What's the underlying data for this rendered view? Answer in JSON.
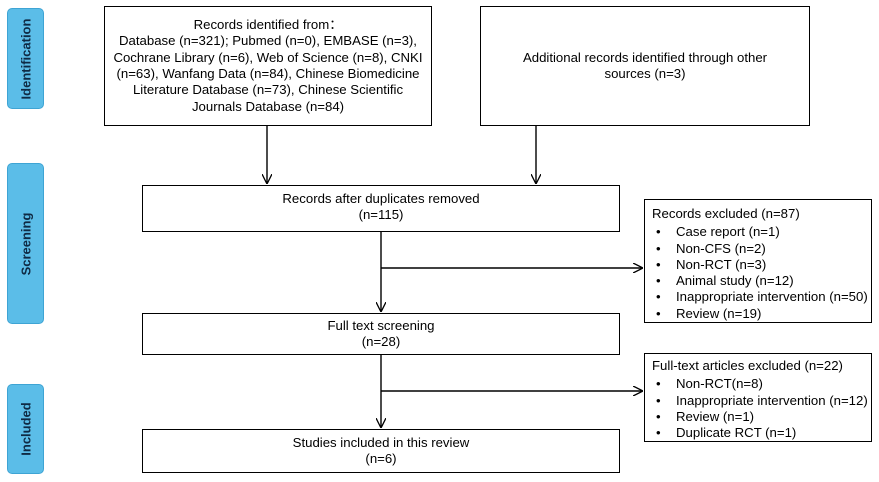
{
  "stages": {
    "identification": "Identification",
    "screening": "Screening",
    "included": "Included"
  },
  "records_identified": {
    "lines": [
      "Records identified from：",
      "Database (n=321); Pubmed (n=0), EMBASE (n=3),",
      "Cochrane Library (n=6), Web of Science (n=8), CNKI",
      "(n=63), Wanfang Data (n=84), Chinese Biomedicine",
      "Literature Database (n=73), Chinese Scientific",
      "Journals Database (n=84)"
    ]
  },
  "additional_records": {
    "lines": [
      "Additional records identified through other",
      "sources (n=3)"
    ]
  },
  "after_duplicates": {
    "lines": [
      "Records after duplicates removed",
      "(n=115)"
    ]
  },
  "full_text": {
    "lines": [
      "Full text screening",
      "(n=28)"
    ]
  },
  "included_studies": {
    "lines": [
      "Studies included in this review",
      "(n=6)"
    ]
  },
  "records_excluded": {
    "title": "Records excluded (n=87)",
    "items": [
      "Case report (n=1)",
      "Non-CFS (n=2)",
      "Non-RCT (n=3)",
      "Animal study (n=12)",
      "Inappropriate intervention (n=50)",
      "Review (n=19)"
    ]
  },
  "fulltext_excluded": {
    "title": "Full-text articles excluded (n=22)",
    "items": [
      "Non-RCT(n=8)",
      "Inappropriate intervention (n=12)",
      "Review (n=1)",
      "Duplicate RCT (n=1)"
    ]
  }
}
